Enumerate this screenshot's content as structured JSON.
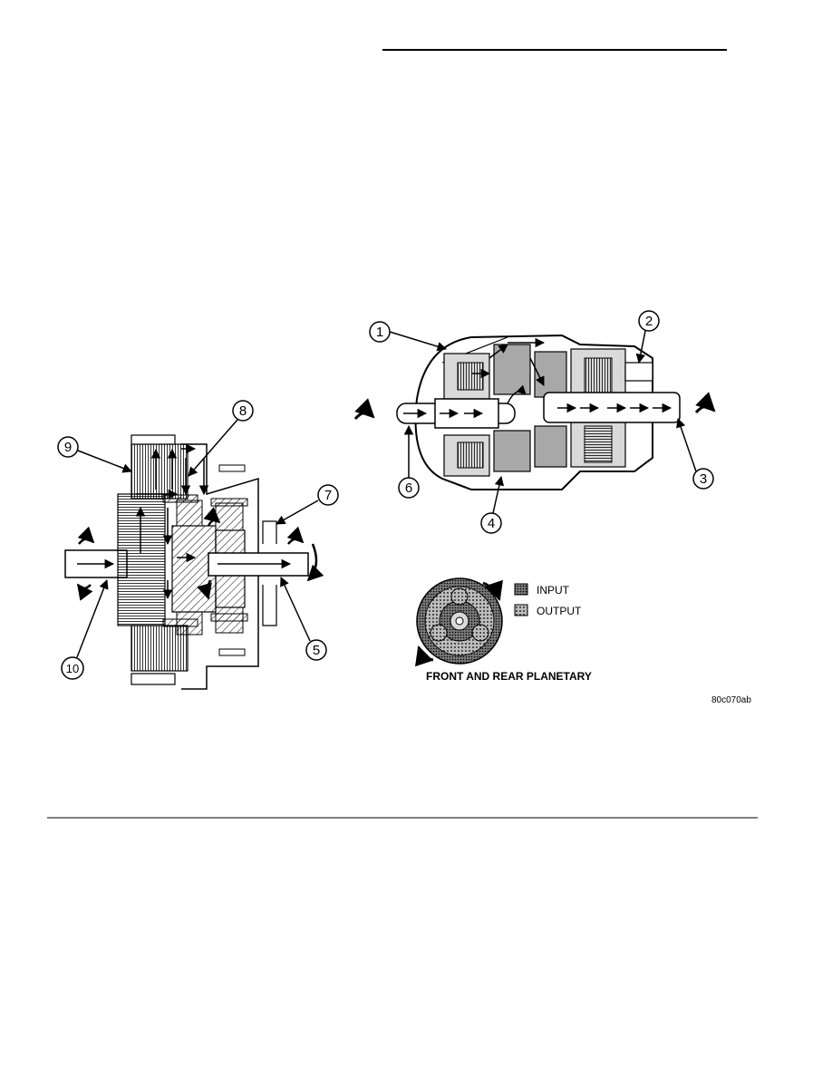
{
  "callouts": {
    "c1": "1",
    "c2": "2",
    "c3": "3",
    "c4": "4",
    "c5": "5",
    "c6": "6",
    "c7": "7",
    "c8": "8",
    "c9": "9",
    "c10": "10"
  },
  "legend": {
    "input_label": "INPUT",
    "output_label": "OUTPUT"
  },
  "planetary_caption": "FRONT AND REAR PLANETARY",
  "figure_id": "80c070ab",
  "colors": {
    "ink": "#000000",
    "paper": "#ffffff",
    "shade_light": "#d9d9d9",
    "shade_mid": "#a8a8a8",
    "shade_dark": "#6a6a6a"
  }
}
